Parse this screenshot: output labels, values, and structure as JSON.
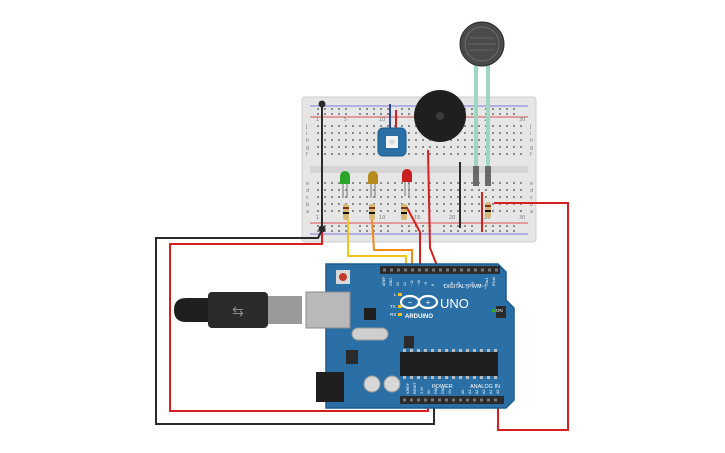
{
  "arduino": {
    "brand": "ARDUINO",
    "model": "UNO",
    "digital_label": "DIGITAL (PWM~)",
    "power_label": "POWER",
    "analog_label": "ANALOG IN",
    "on_label": "ON",
    "l_label": "L",
    "tx_label": "TX",
    "rx_label": "RX",
    "aref_label": "AREF",
    "gnd_label": "GND",
    "pin13_label": "13",
    "pin12_label": "12",
    "pin11_label": "~11",
    "pin10_label": "~10",
    "pin9_label": "~9",
    "pin8_label": "8",
    "pin7_label": "7",
    "pin6_label": "~6",
    "pin5_label": "~5",
    "pin4_label": "4",
    "pin3_label": "~3",
    "pin2_label": "2",
    "pin1_label": "TX▸1",
    "pin0_label": "RX◂0",
    "ioref_label": "IOREF",
    "reset_label": "RESET",
    "v33_label": "3.3V",
    "v5_label": "5V",
    "gnd1_label": "GND",
    "gnd2_label": "GND",
    "vin_label": "Vin",
    "a0_label": "A0",
    "a1_label": "A1",
    "a2_label": "A2",
    "a3_label": "A3",
    "a4_label": "A4",
    "a5_label": "A5"
  },
  "breadboard": {
    "row_letters": [
      "a",
      "b",
      "c",
      "d",
      "e",
      "f",
      "g",
      "h",
      "i",
      "j"
    ],
    "column_marks": [
      "1",
      "5",
      "10",
      "15",
      "20",
      "25",
      "30"
    ]
  },
  "colors": {
    "board": "#2a6fa5",
    "board_edge": "#1d5a8a",
    "header": "#2b2b2b",
    "wire_red": "#d62020",
    "wire_black": "#2b2b2b",
    "wire_yellow": "#f2c31b",
    "wire_orange": "#f08a1c",
    "led_green": "#2ca52c",
    "led_yellow": "#b58a1e",
    "led_red": "#c82020",
    "breadboard": "#e6e6e6",
    "fsr_lead": "#9fd6c2"
  }
}
